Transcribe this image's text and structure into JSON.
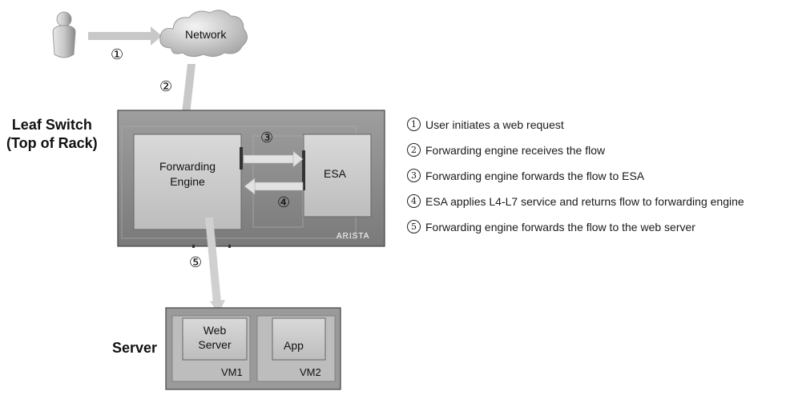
{
  "network_label": "Network",
  "leaf_switch_label": "Leaf Switch\n(Top of Rack)",
  "forwarding_engine_label": "Forwarding\nEngine",
  "esa_label": "ESA",
  "arista_logo": "ARISTA",
  "server_label": "Server",
  "web_server_label": "Web\nServer",
  "app_label": "App",
  "vm1_label": "VM1",
  "vm2_label": "VM2",
  "step_markers": [
    "①",
    "②",
    "③",
    "④",
    "⑤"
  ],
  "legend": [
    {
      "num": "①",
      "text": "User initiates a web request"
    },
    {
      "num": "②",
      "text": "Forwarding engine receives the flow"
    },
    {
      "num": "③",
      "text": "Forwarding engine forwards the flow to ESA"
    },
    {
      "num": "④",
      "text": "ESA applies L4-L7 service and returns flow to forwarding engine"
    },
    {
      "num": "⑤",
      "text": "Forwarding engine forwards the flow to the web server"
    }
  ]
}
